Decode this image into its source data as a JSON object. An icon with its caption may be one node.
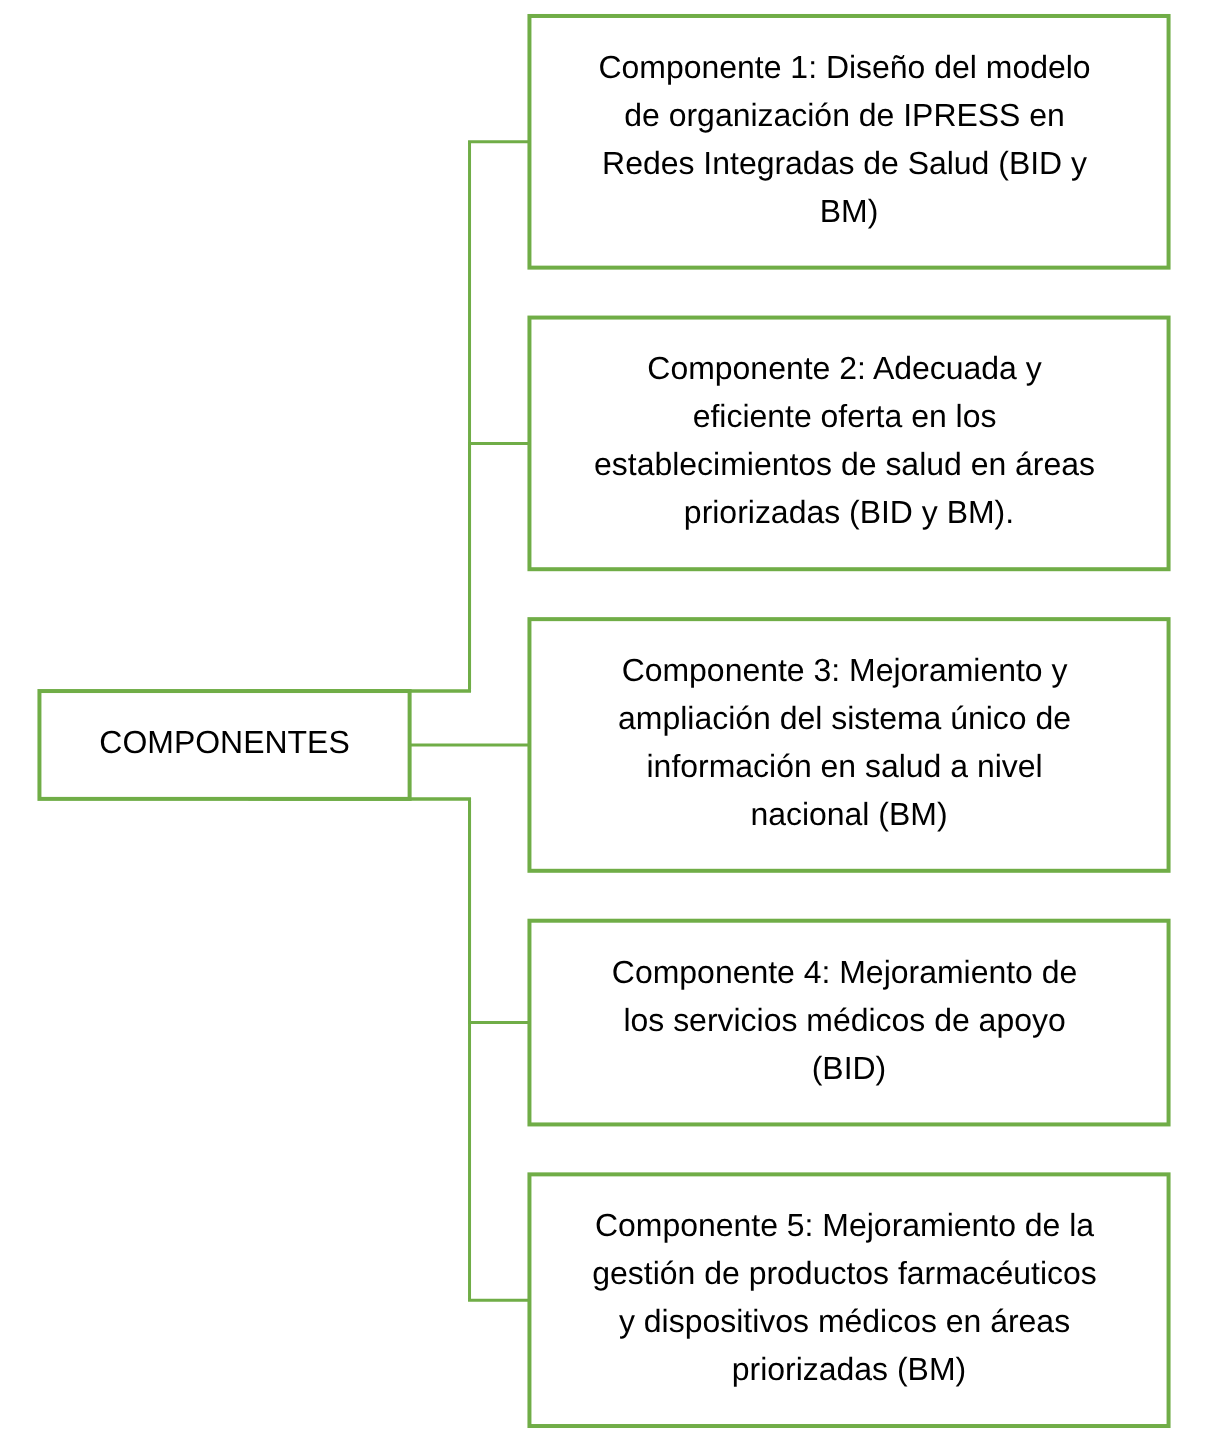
{
  "diagram": {
    "nodes": [
      {
        "text": [
          "COMPONENTES"
        ]
      },
      {
        "text": [
          "Componente 1: Diseño del modelo de organización de IPRESS en Redes Integradas de Salud (BID y BM)"
        ]
      },
      {
        "text": [
          "Componente 2: Adecuada y eficiente oferta en los establecimientos de salud en áreas priorizadas (BID y BM)."
        ]
      },
      {
        "text": [
          "Componente 3: Mejoramiento y ampliación del sistema único de información en salud a nivel nacional (BM)"
        ]
      },
      {
        "text": [
          "Componente 4: Mejoramiento de los servicios médicos de apoyo (BID)"
        ]
      },
      {
        "text": [
          "Componente 5: Mejoramiento de la gestión de productos farmacéuticos y dispositivos médicos en áreas priorizadas (BM)"
        ]
      }
    ],
    "edges": [
      {
        "from": 0,
        "to": 1,
        "arrow": "none"
      },
      {
        "from": 0,
        "to": 2,
        "arrow": "none"
      },
      {
        "from": 0,
        "to": 3,
        "arrow": "none"
      },
      {
        "from": 0,
        "to": 4,
        "arrow": "none"
      },
      {
        "from": 0,
        "to": 5,
        "arrow": "none"
      }
    ]
  }
}
